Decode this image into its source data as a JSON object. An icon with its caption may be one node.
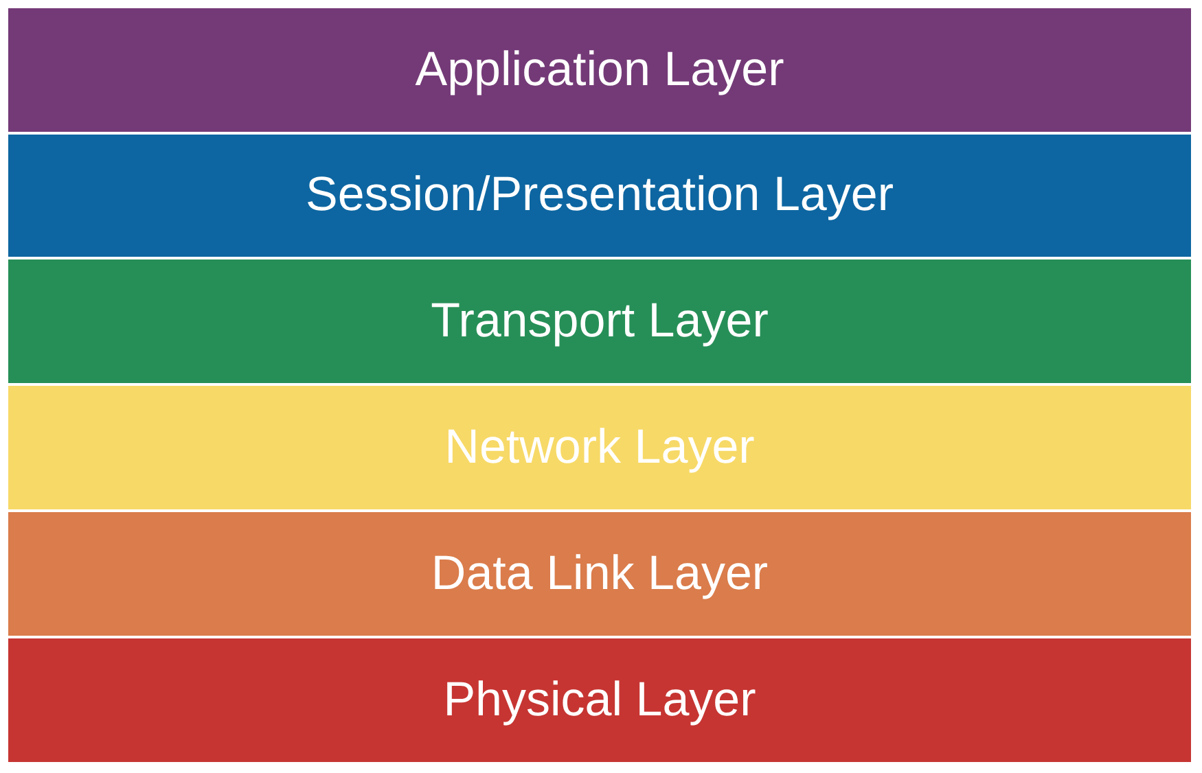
{
  "diagram": {
    "nodes": [
      {
        "text": [
          "Application Layer"
        ]
      },
      {
        "text": [
          "Session/Presentation Layer"
        ]
      },
      {
        "text": [
          "Transport Layer"
        ]
      },
      {
        "text": [
          "Network Layer"
        ]
      },
      {
        "text": [
          "Data Link Layer"
        ]
      },
      {
        "text": [
          "Physical Layer"
        ]
      }
    ],
    "edges": []
  }
}
